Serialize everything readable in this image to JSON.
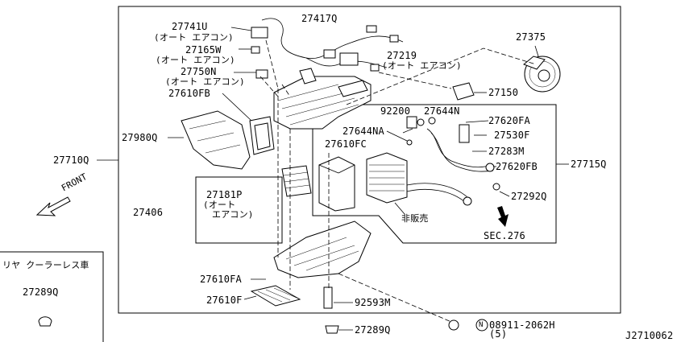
{
  "diagram": {
    "code": "J2710062",
    "front_label": "FRONT",
    "sec_ref": "SEC.276",
    "not_sold": "非販売",
    "rear_note": "リヤ クーラーレス車",
    "parts": {
      "p27741U": "27741U",
      "p27741U_note": "(オート エアコン)",
      "p27417Q": "27417Q",
      "p27375": "27375",
      "p27165W": "27165W",
      "p27165W_note": "(オート エアコン)",
      "p27219": "27219",
      "p27219_note": "(オート エアコン)",
      "p27750N": "27750N",
      "p27750N_note": "(オート エアコン)",
      "p27150": "27150",
      "p27610FB_a": "27610FB",
      "p92200": "92200",
      "p27644N": "27644N",
      "p27980Q": "27980Q",
      "p27644NA": "27644NA",
      "p27620FA": "27620FA",
      "p27530F": "27530F",
      "p27610FC": "27610FC",
      "p27283M": "27283M",
      "p27710Q": "27710Q",
      "p27715Q": "27715Q",
      "p27620FB": "27620FB",
      "p27181P": "27181P",
      "p27181P_note1": "(オート",
      "p27181P_note2": "エアコン)",
      "p27292Q": "27292Q",
      "p27406": "27406",
      "p27289Q_rear": "27289Q",
      "p27610FA": "27610FA",
      "p27610F": "27610F",
      "p92593M": "92593M",
      "p27289Q": "27289Q",
      "p08911": "08911-2062H",
      "p08911_qty": "(5)",
      "n_symbol": "N"
    }
  }
}
